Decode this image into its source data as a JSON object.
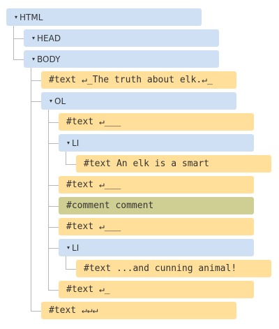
{
  "nodes": [
    {
      "id": "html",
      "kind": "element",
      "tag": "HTML",
      "depth": 0,
      "parent": null
    },
    {
      "id": "head",
      "kind": "element",
      "tag": "HEAD",
      "depth": 1,
      "parent": "html"
    },
    {
      "id": "body",
      "kind": "element",
      "tag": "BODY",
      "depth": 1,
      "parent": "html"
    },
    {
      "id": "t1",
      "kind": "text",
      "label": "#text ↵_The truth about elk.↵_",
      "depth": 2,
      "parent": "body"
    },
    {
      "id": "ol",
      "kind": "element",
      "tag": "OL",
      "depth": 2,
      "parent": "body"
    },
    {
      "id": "t2",
      "kind": "text",
      "label": "#text ↵___",
      "depth": 3,
      "parent": "ol"
    },
    {
      "id": "li1",
      "kind": "element",
      "tag": "LI",
      "depth": 3,
      "parent": "ol"
    },
    {
      "id": "t3",
      "kind": "text",
      "label": "#text An elk is a smart",
      "depth": 4,
      "parent": "li1"
    },
    {
      "id": "t4",
      "kind": "text",
      "label": "#text ↵___",
      "depth": 3,
      "parent": "ol"
    },
    {
      "id": "c1",
      "kind": "comment",
      "label": "#comment comment",
      "depth": 3,
      "parent": "ol"
    },
    {
      "id": "t5",
      "kind": "text",
      "label": "#text ↵___",
      "depth": 3,
      "parent": "ol"
    },
    {
      "id": "li2",
      "kind": "element",
      "tag": "LI",
      "depth": 3,
      "parent": "ol"
    },
    {
      "id": "t6",
      "kind": "text",
      "label": "#text ...and cunning animal!",
      "depth": 4,
      "parent": "li2"
    },
    {
      "id": "t7",
      "kind": "text",
      "label": "#text ↵_",
      "depth": 3,
      "parent": "ol"
    },
    {
      "id": "t8",
      "kind": "text",
      "label": "#text ↵↵↵",
      "depth": 2,
      "parent": "body"
    }
  ],
  "expand_glyph": "▾",
  "colors": {
    "element": "#cfe0f5",
    "text": "#ffdf99",
    "comment": "#cfcf93",
    "connector": "#b8b8b8"
  }
}
